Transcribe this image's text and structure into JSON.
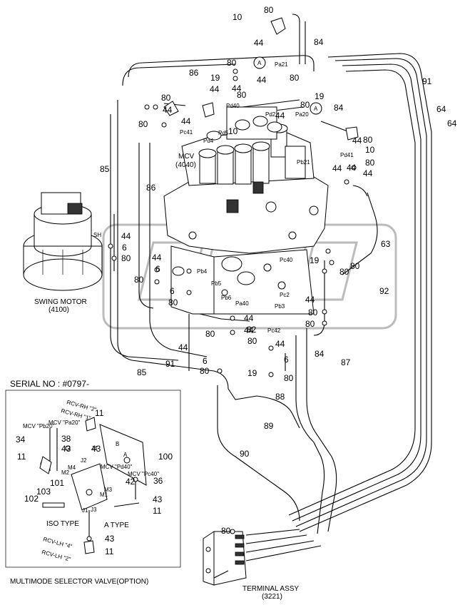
{
  "labels": {
    "mcv": "MCV",
    "mcv_no": "(4040)",
    "swing_motor": "SWING MOTOR",
    "swing_motor_no": "(4100)",
    "terminal_assy": "TERMINAL ASSY",
    "terminal_assy_no": "(3221)",
    "serial": "SERIAL NO : #0797-",
    "multimode": "MULTIMODE SELECTOR VALVE(OPTION)",
    "iso_type": "ISO  TYPE",
    "a_type": "A  TYPE",
    "sh": "SH",
    "circle_a": "A"
  },
  "port_labels": [
    "Pa21",
    "Pd40",
    "Pd2",
    "Pd5",
    "Pc41",
    "Pa20",
    "Pd41",
    "Pb21",
    "Pb5",
    "Pb6",
    "Pc2",
    "Pb3",
    "Pa40",
    "Pc42",
    "Pd4",
    "Pc40",
    "Pb4"
  ],
  "inset_labels": [
    "RCV-RH \"2\"",
    "RCV-RH \"1\"",
    "MCV \"Pb20\"",
    "MCV \"Pa20\"",
    "MCV \"Pd40\"",
    "MCV \"Pc40\"",
    "RCV-LH \"4\"",
    "RCV-LH \"2\"",
    "J1",
    "J2",
    "J3",
    "J4",
    "M1",
    "M2",
    "M3",
    "M4",
    "A",
    "B"
  ],
  "callouts": [
    "10",
    "80",
    "44",
    "84",
    "80",
    "19",
    "44",
    "86",
    "80",
    "44",
    "44",
    "80",
    "44",
    "80",
    "10",
    "44",
    "80",
    "19",
    "80",
    "44",
    "84",
    "91",
    "64",
    "64",
    "44",
    "80",
    "10",
    "80",
    "44",
    "44",
    "44",
    "85",
    "86",
    "44",
    "6",
    "80",
    "44",
    "6",
    "80",
    "6",
    "80",
    "44",
    "80",
    "44",
    "44",
    "82",
    "80",
    "44",
    "6",
    "80",
    "84",
    "87",
    "44",
    "19",
    "80",
    "88",
    "89",
    "90",
    "85",
    "91",
    "6",
    "80",
    "63",
    "19",
    "80",
    "80",
    "92",
    "80",
    "11",
    "38",
    "43",
    "100",
    "34",
    "11",
    "43",
    "36",
    "42",
    "101",
    "103",
    "102",
    "43",
    "11",
    "43",
    "11"
  ]
}
